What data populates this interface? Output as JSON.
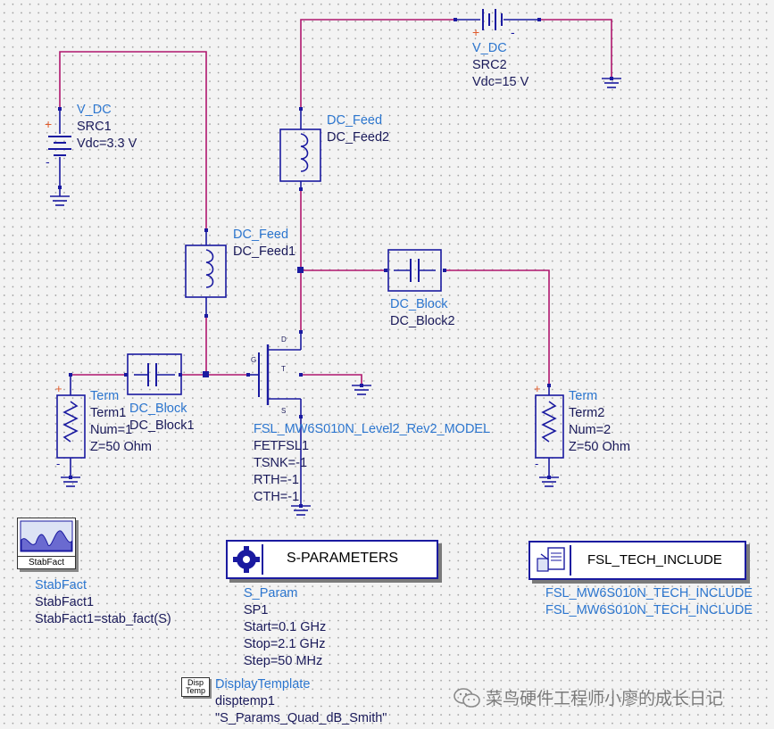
{
  "components": {
    "src1": {
      "lines": [
        "V_DC",
        "SRC1",
        "Vdc=3.3 V"
      ]
    },
    "src2": {
      "lines": [
        "V_DC",
        "SRC2",
        "Vdc=15 V"
      ]
    },
    "feed1": {
      "lines": [
        "DC_Feed",
        "DC_Feed1"
      ]
    },
    "feed2": {
      "lines": [
        "DC_Feed",
        "DC_Feed2"
      ]
    },
    "block1": {
      "lines": [
        "DC_Block",
        "DC_Block1"
      ]
    },
    "block2": {
      "lines": [
        "DC_Block",
        "DC_Block2"
      ]
    },
    "term1": {
      "lines": [
        "Term",
        "Term1",
        "Num=1",
        "Z=50 Ohm"
      ]
    },
    "term2": {
      "lines": [
        "Term",
        "Term2",
        "Num=2",
        "Z=50 Ohm"
      ]
    },
    "fet": {
      "lines": [
        "FSL_MW6S010N_Level2_Rev2_MODEL",
        "FETFSL1",
        "TSNK=-1",
        "RTH=-1",
        "CTH=-1"
      ],
      "pins": {
        "g": "G",
        "d": "D",
        "t": "T",
        "s": "S"
      }
    },
    "stabfact": {
      "icon_label": "StabFact",
      "lines": [
        "StabFact",
        "StabFact1",
        "StabFact1=stab_fact(S)"
      ]
    },
    "sparam": {
      "box_title": "S-PARAMETERS",
      "lines": [
        "S_Param",
        "SP1",
        "Start=0.1 GHz",
        "Stop=2.1 GHz",
        "Step=50 MHz"
      ]
    },
    "tech": {
      "box_title": "FSL_TECH_INCLUDE",
      "lines": [
        "FSL_MW6S010N_TECH_INCLUDE",
        "FSL_MW6S010N_TECH_INCLUDE"
      ]
    },
    "disp": {
      "icon_label": [
        "Disp",
        "Temp"
      ],
      "lines": [
        "DisplayTemplate",
        "disptemp1",
        "\"S_Params_Quad_dB_Smith\""
      ]
    }
  },
  "polarity": {
    "plus": "+",
    "minus": "-"
  },
  "watermark": "菜鸟硬件工程师小廖的成长日记",
  "colors": {
    "wire": "#b0166e",
    "component": "#1a1aa0",
    "name_label": "#2c76cf",
    "param_label": "#1a1a5a",
    "pin_node": "#1a1aa0"
  }
}
